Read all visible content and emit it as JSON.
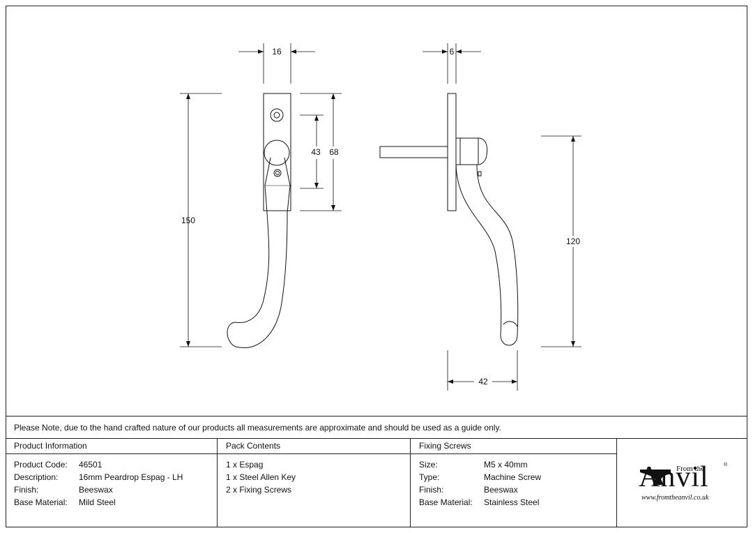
{
  "dimensions": {
    "front_width": "16",
    "side_depth": "6",
    "height_total": "150",
    "fixing_centres": "43",
    "plate_height": "68",
    "drop_height": "120",
    "projection": "42"
  },
  "note": "Please Note, due to the hand crafted nature of our products all measurements are approximate and should be used as a guide only.",
  "product_information": {
    "title": "Product Information",
    "rows": [
      {
        "label": "Product Code:",
        "value": "46501"
      },
      {
        "label": "Description:",
        "value": "16mm Peardrop Espag - LH"
      },
      {
        "label": "Finish:",
        "value": "Beeswax"
      },
      {
        "label": "Base Material:",
        "value": "Mild Steel"
      }
    ]
  },
  "pack_contents": {
    "title": "Pack Contents",
    "items": [
      "1 x Espag",
      "1 x Steel Allen Key",
      "2 x Fixing Screws"
    ]
  },
  "fixing_screws": {
    "title": "Fixing Screws",
    "rows": [
      {
        "label": "Size:",
        "value": "M5 x 40mm"
      },
      {
        "label": "Type:",
        "value": "Machine Screw"
      },
      {
        "label": "Finish:",
        "value": "Beeswax"
      },
      {
        "label": "Base Material:",
        "value": "Stainless Steel"
      }
    ]
  },
  "logo": {
    "from_the": "From the",
    "word": "Anvil",
    "registered": "®",
    "url": "www.fromtheanvil.co.uk"
  }
}
